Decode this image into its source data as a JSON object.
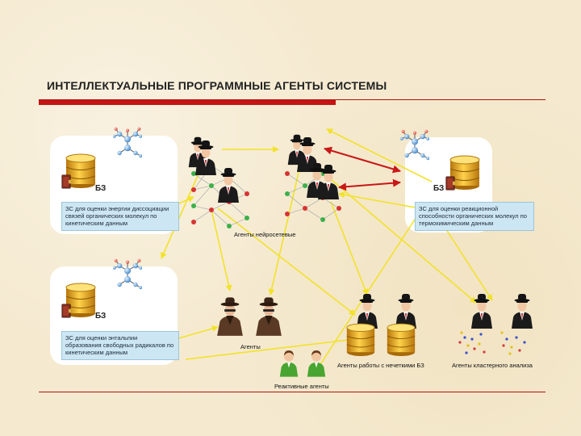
{
  "title": "ИНТЕЛЛЕКТУАЛЬНЫЕ ПРОГРАММНЫЕ АГЕНТЫ СИСТЕМЫ",
  "kb_label": "БЗ",
  "kb_descriptions": [
    "ЗС для оценки энергии диссоциации связей органических молекул по кинетическим данным",
    "ЗС для оценки реакционной способности органических молекул по термохимическим данным",
    "ЗС для оценки энтальпии образования свободных радикалов по кинетическим данным"
  ],
  "captions": {
    "neural_agents": "Агенты нейросетевые",
    "agents": "Агенты",
    "fuzzy_agents": "Агенты работы с нечеткими БЗ",
    "cluster_agents": "Агенты кластерного анализа",
    "reactive_agents": "Реактивные агенты"
  },
  "colors": {
    "accent_red": "#c41414",
    "arrow_yellow": "#f2e22a",
    "arrow_red": "#c81818",
    "desc_bg": "#cde6f3"
  }
}
